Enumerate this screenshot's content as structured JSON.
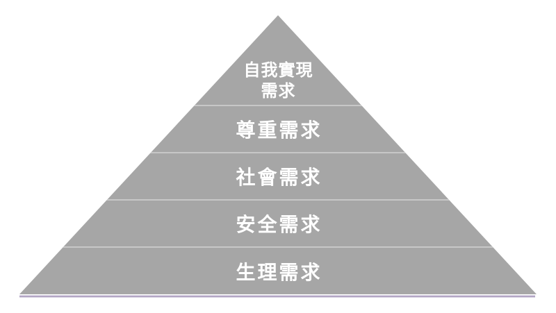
{
  "pyramid": {
    "levels": [
      {
        "line1": "自我實現",
        "line2": "需求"
      },
      {
        "label": "尊重需求"
      },
      {
        "label": "社會需求"
      },
      {
        "label": "安全需求"
      },
      {
        "label": "生理需求"
      }
    ],
    "colors": {
      "fill": "#a6a6a6",
      "divider": "#c7c7c7",
      "label_text": "#ffffff",
      "base_accent_line": "#b2a5c3",
      "background": "#ffffff"
    }
  }
}
